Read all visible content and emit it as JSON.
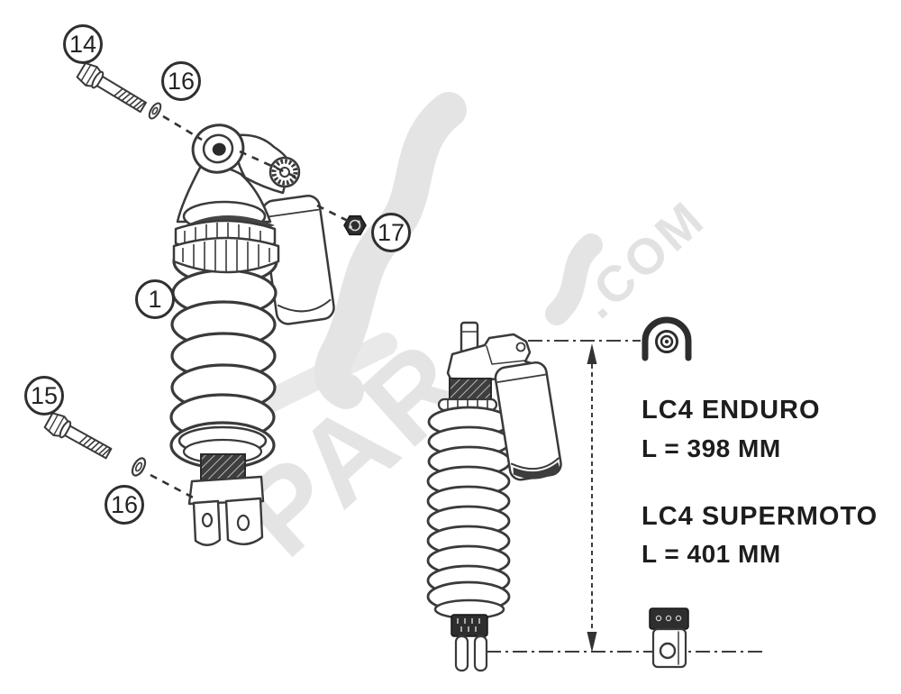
{
  "diagram_type": "shock-absorber-parts-diagram",
  "watermark": {
    "text_left": "PAR",
    "text_right": ".COM",
    "color": "#e4e4e4"
  },
  "callouts": [
    {
      "label": "14"
    },
    {
      "label": "16"
    },
    {
      "label": "17"
    },
    {
      "label": "1"
    },
    {
      "label": "15"
    },
    {
      "label": "16"
    }
  ],
  "specs": [
    {
      "model": "LC4 ENDURO",
      "length": "L = 398 MM"
    },
    {
      "model": "LC4 SUPERMOTO",
      "length": "L = 401 MM"
    }
  ],
  "colors": {
    "background": "#ffffff",
    "line_art": "#3a3a3a",
    "dark_fill": "#2e2e2e",
    "text": "#1d1d1d",
    "watermark": "#e4e4e4"
  }
}
